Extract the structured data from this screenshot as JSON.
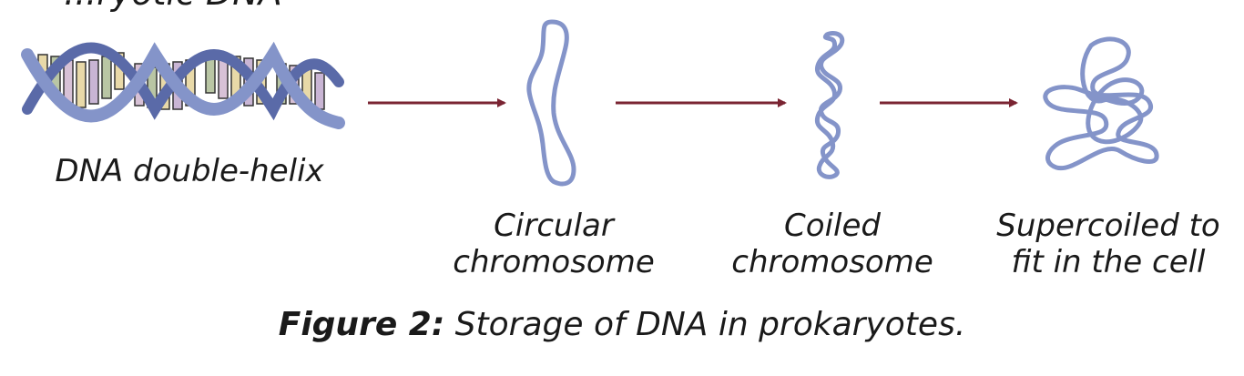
{
  "top_fragment": "...ryotic DNA",
  "stages": {
    "helix": {
      "line1": "DNA double-helix"
    },
    "circular": {
      "line1": "Circular",
      "line2": "chromosome"
    },
    "coiled": {
      "line1": "Coiled",
      "line2": "chromosome"
    },
    "supercoiled": {
      "line1": "Supercoiled to",
      "line2": "fit in the cell"
    }
  },
  "caption": {
    "label": "Figure 2:",
    "text": " Storage of DNA in prokaryotes."
  },
  "colors": {
    "strand": "#8494c9",
    "strand_dark": "#5a6aa8",
    "arrow": "#7a2432"
  }
}
